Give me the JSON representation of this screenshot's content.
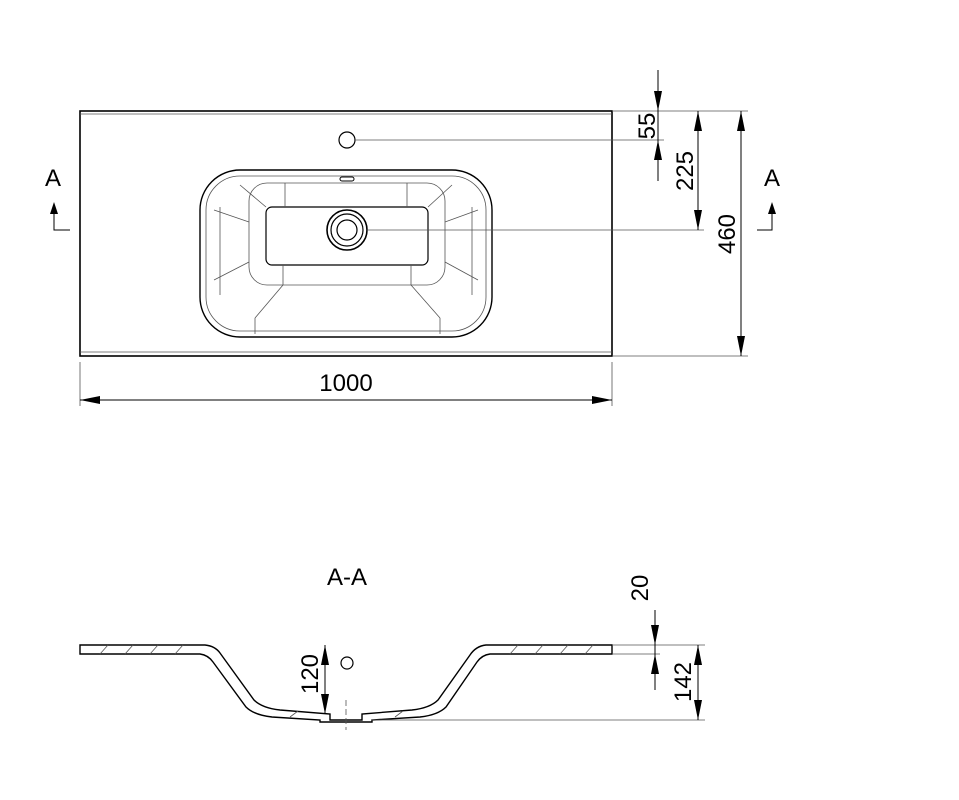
{
  "top_view": {
    "section_marker_left": "A",
    "section_marker_right": "A",
    "dim_width": "1000",
    "dim_depth": "460",
    "dim_drain_offset": "225",
    "dim_taphole_offset": "55"
  },
  "section_view": {
    "title": "A-A",
    "dim_rim_thickness": "20",
    "dim_bowl_depth": "120",
    "dim_total_height": "142"
  }
}
